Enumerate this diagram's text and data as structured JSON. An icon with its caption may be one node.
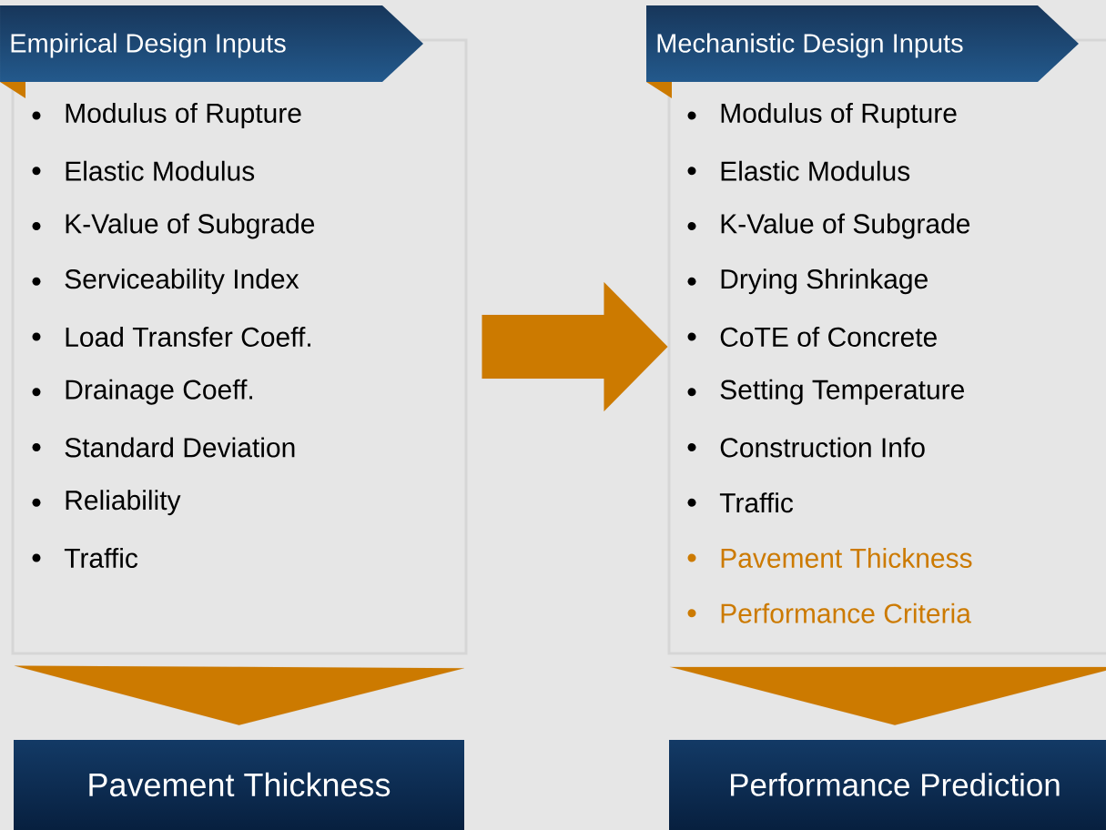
{
  "diagram": {
    "nodes": [
      {
        "text": [
          "Empirical Design Inputs",
          "Modulus of Rupture",
          "Elastic Modulus",
          "K-Value of Subgrade",
          "Serviceability Index",
          "Load Transfer Coeff.",
          "Drainage Coeff.",
          "Standard Deviation",
          "Reliability",
          "Traffic"
        ]
      },
      {
        "text": [
          "Mechanistic Design Inputs",
          "Modulus of Rupture",
          "Elastic Modulus",
          "K-Value of Subgrade",
          "Drying Shrinkage",
          "CoTE of Concrete",
          "Setting Temperature",
          "Construction Info",
          "Traffic",
          "Pavement Thickness",
          "Performance Criteria"
        ]
      },
      {
        "text": [
          "Pavement Thickness"
        ]
      },
      {
        "text": [
          "Performance Prediction"
        ]
      }
    ],
    "edges": [
      {
        "from": 0,
        "to": 1,
        "arrow": "to"
      },
      {
        "from": 0,
        "to": 2,
        "arrow": "to"
      },
      {
        "from": 1,
        "to": 3,
        "arrow": "to"
      }
    ]
  }
}
